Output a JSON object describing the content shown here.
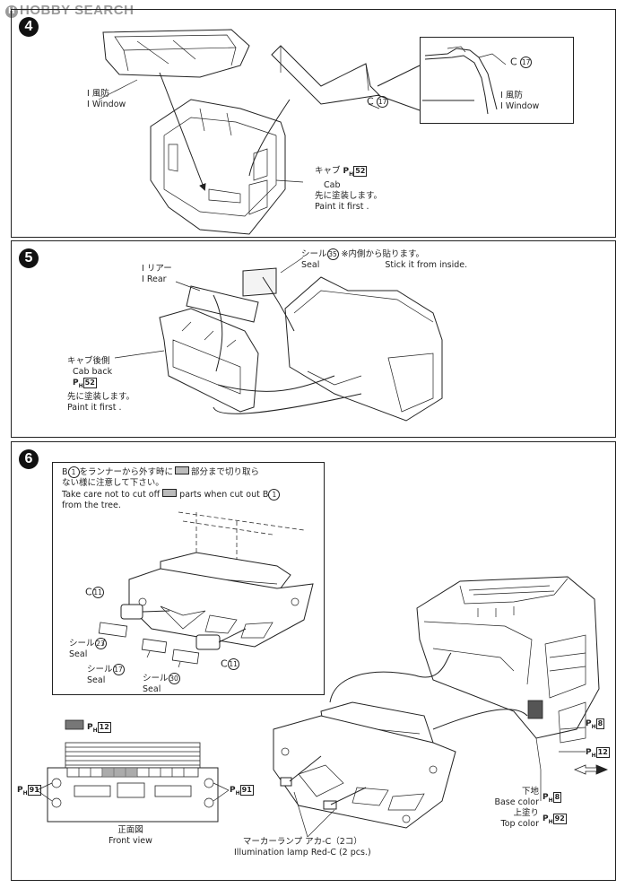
{
  "watermark": "HOBBY SEARCH",
  "steps": [
    {
      "number": "4",
      "labels": {
        "window_jp": "I 風防",
        "window_en": "I Window",
        "c17": "C",
        "c17_num": "17",
        "c17b": "C",
        "c17b_num": "17",
        "inset_window_jp": "I 風防",
        "inset_window_en": "I Window",
        "cab_jp": "キャブ",
        "cab_paint_code": "52",
        "cab_en": "Cab",
        "paint_jp": "先に塗装します。",
        "paint_en": "Paint it first ."
      }
    },
    {
      "number": "5",
      "labels": {
        "rear_jp": "I リアー",
        "rear_en": "I Rear",
        "seal_jp": "シール",
        "seal_num": "35",
        "seal_en": "Seal",
        "inside_jp": "※内側から貼ります。",
        "inside_en": "Stick it from inside.",
        "cabback_jp": "キャブ後側",
        "cabback_en": "Cab back",
        "cabback_code": "52",
        "paint_jp": "先に塗装します。",
        "paint_en": "Paint it first ."
      }
    },
    {
      "number": "6",
      "note_jp1": "をランナーから外す時に",
      "note_jp1b": "部分まで切り取ら",
      "note_jp2": "ない様に注意して下さい。",
      "note_en1": "Take care not to cut off",
      "note_en1b": "parts when cut out B",
      "note_en2": "from the tree.",
      "note_b": "B",
      "note_b_num": "1",
      "labels": {
        "c11a": "C",
        "c11a_num": "11",
        "c11b": "C",
        "c11b_num": "11",
        "seal23_jp": "シール",
        "seal23_num": "23",
        "seal23_en": "Seal",
        "seal17_jp": "シール",
        "seal17_num": "17",
        "seal17_en": "Seal",
        "seal30_jp": "シール",
        "seal30_num": "30",
        "seal30_en": "Seal",
        "ph12_top": "12",
        "ph91_left": "91",
        "ph91_right": "91",
        "front_jp": "正面図",
        "front_en": "Front view",
        "marker_jp": "マーカーランプ アカ-C（2コ）",
        "marker_en": "Illumination lamp Red-C (2 pcs.)",
        "ph8_a": "8",
        "ph12_b": "12",
        "base_jp": "下地",
        "base_en": "Base color",
        "base_code": "8",
        "top_jp": "上塗り",
        "top_en": "Top color",
        "top_code": "92"
      }
    }
  ],
  "paint_prefix": "P",
  "paint_sub": "H"
}
